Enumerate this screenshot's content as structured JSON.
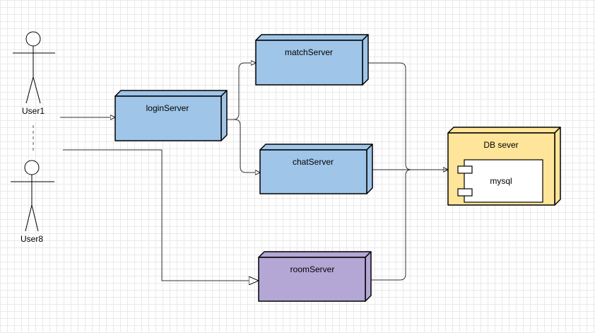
{
  "actors": {
    "user_top": "User1",
    "user_bottom": "User8"
  },
  "nodes": {
    "login": "loginServer",
    "match": "matchServer",
    "chat": "chatServer",
    "room": "roomServer",
    "db": "DB sever",
    "db_component": "mysql"
  },
  "colors": {
    "server_fill": "#9fc5e8",
    "room_fill": "#b4a7d6",
    "db_fill": "#ffe599",
    "stroke": "#000000",
    "edge": "#333333"
  }
}
